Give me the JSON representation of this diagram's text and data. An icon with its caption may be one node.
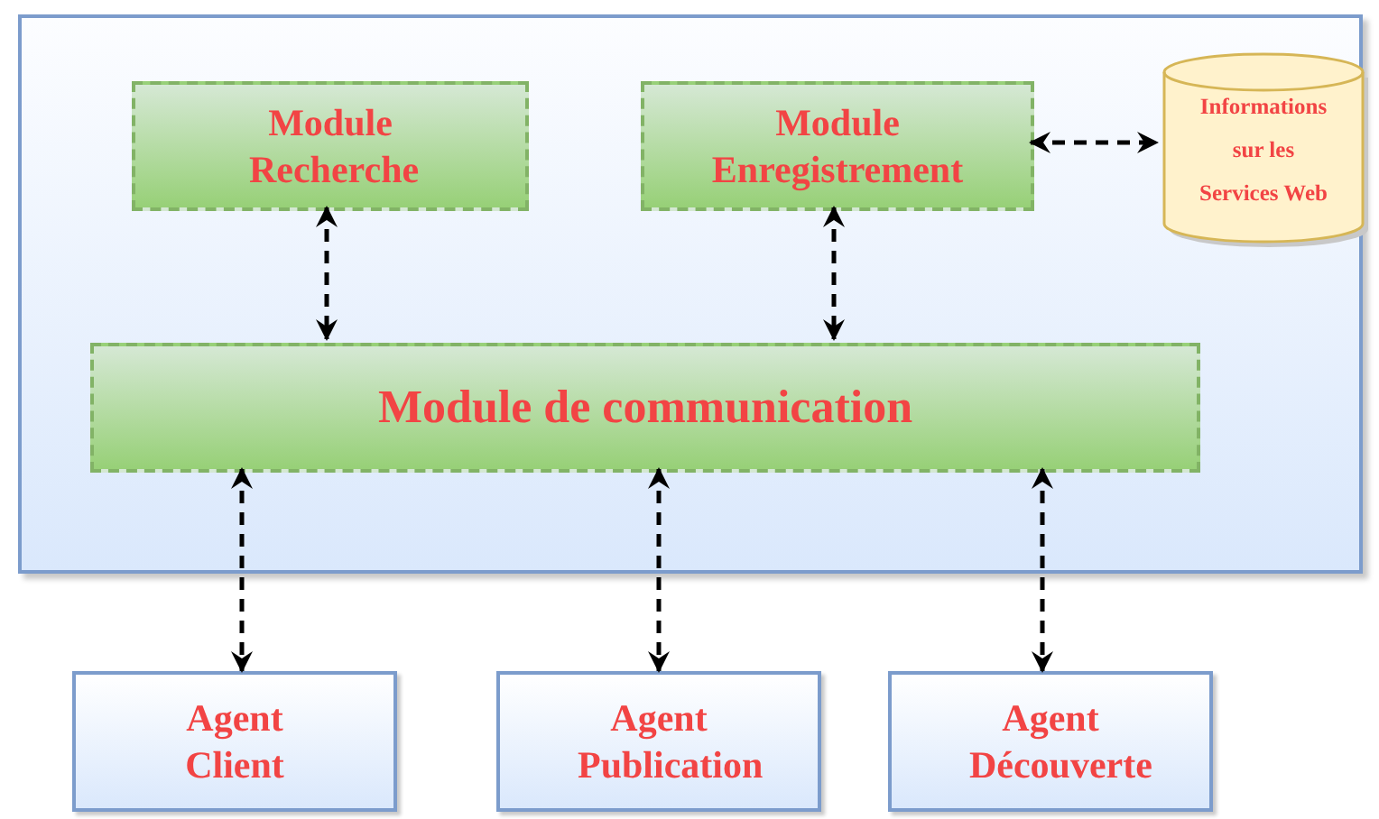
{
  "diagram": {
    "nodes": [
      {
        "text": [],
        "shape": "box"
      },
      {
        "text": [
          "Module Recherche"
        ],
        "in": 0
      },
      {
        "text": [
          "Module Enregistrement"
        ],
        "in": 0
      },
      {
        "text": [
          "Informations sur les Services Web"
        ],
        "in": 0
      },
      {
        "text": [
          "Module de communication"
        ],
        "in": 0
      },
      {
        "text": [
          "Agent Client"
        ]
      },
      {
        "text": [
          "Agent Publication"
        ]
      },
      {
        "text": [
          "Agent Découverte"
        ]
      }
    ],
    "edges": [
      {
        "from": 1,
        "to": 4,
        "arrow": "both",
        "style": "dashed"
      },
      {
        "from": 2,
        "to": 4,
        "arrow": "both",
        "style": "dashed"
      },
      {
        "from": 2,
        "to": 3,
        "arrow": "both",
        "style": "dashed"
      },
      {
        "from": 4,
        "to": 5,
        "arrow": "both",
        "style": "dashed"
      },
      {
        "from": 4,
        "to": 6,
        "arrow": "both",
        "style": "dashed"
      },
      {
        "from": 4,
        "to": 7,
        "arrow": "both",
        "style": "dashed"
      }
    ]
  }
}
